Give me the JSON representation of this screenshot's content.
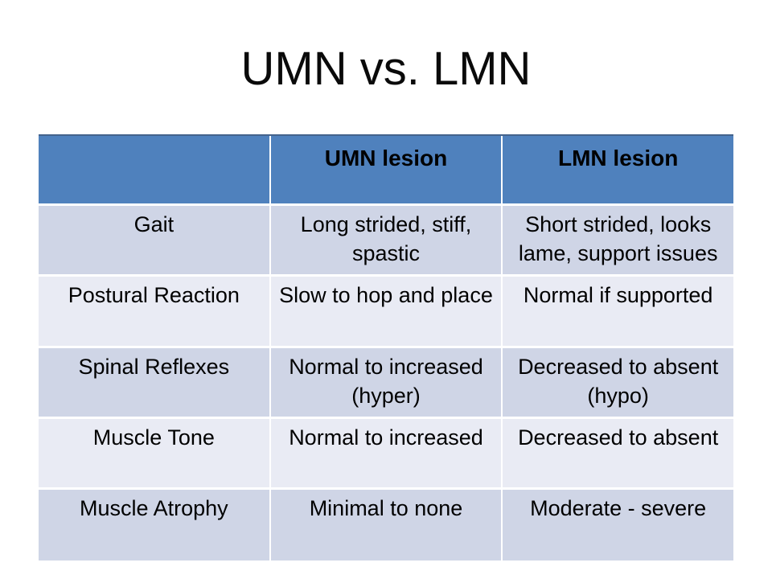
{
  "slide": {
    "title": "UMN vs. LMN"
  },
  "table": {
    "header": {
      "corner": "",
      "umn": "UMN lesion",
      "lmn": "LMN lesion"
    },
    "rows": [
      {
        "label": "Gait",
        "umn": "Long strided, stiff, spastic",
        "lmn": "Short strided, looks lame, support issues"
      },
      {
        "label": "Postural Reaction",
        "umn": "Slow to hop and place",
        "lmn": "Normal if supported"
      },
      {
        "label": "Spinal Reflexes",
        "umn": "Normal to increased (hyper)",
        "lmn": "Decreased to absent (hypo)"
      },
      {
        "label": "Muscle Tone",
        "umn": "Normal to increased",
        "lmn": "Decreased to absent"
      },
      {
        "label": "Muscle Atrophy",
        "umn": "Minimal to none",
        "lmn": "Moderate - severe"
      }
    ],
    "colors": {
      "header_bg": "#4f81bd",
      "band_dark": "#cfd5e6",
      "band_light": "#e9ebf4",
      "table_top_border": "#44638c",
      "text": "#000000",
      "slide_bg": "#ffffff"
    }
  }
}
